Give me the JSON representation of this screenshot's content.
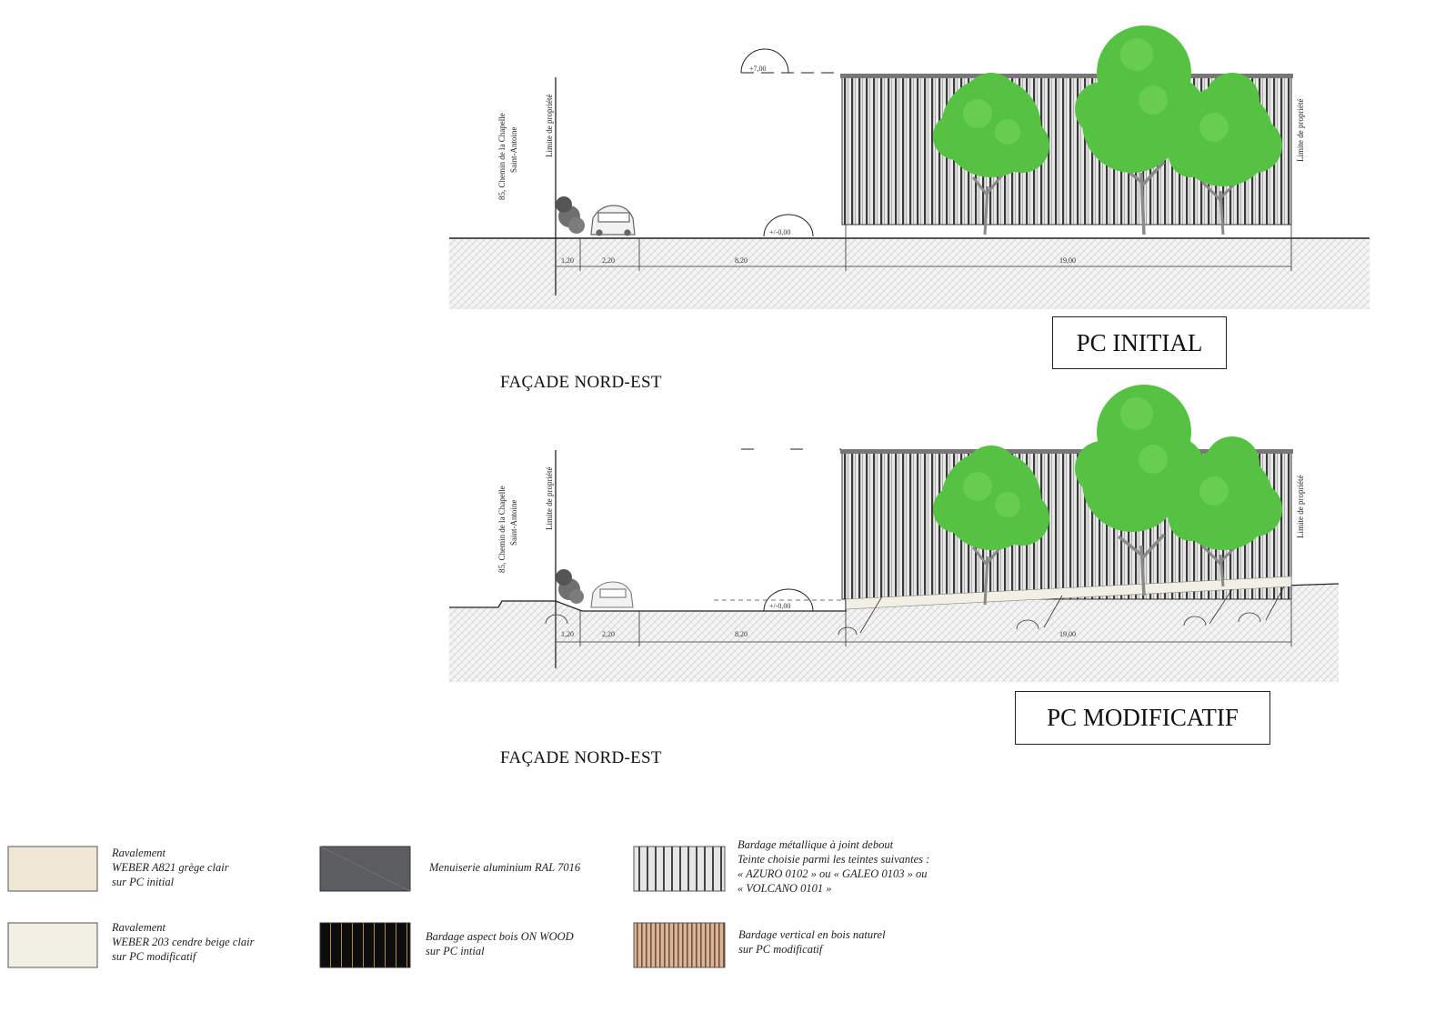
{
  "facade_top": {
    "title": "FAÇADE NORD-EST",
    "label": "PC INITIAL",
    "address_line1": "85, Chemin de la Chapelle",
    "address_line2": "Saint-Antoine",
    "limit_left": "Limite de propriété",
    "limit_right": "Limite de propriété",
    "level_top": "+7,00",
    "level_ground": "+/-0,00",
    "dims": [
      "1,20",
      "2,20",
      "8,20",
      "19,00"
    ]
  },
  "facade_bottom": {
    "title": "FAÇADE NORD-EST",
    "label": "PC MODIFICATIF",
    "address_line1": "85, Chemin de la Chapelle",
    "address_line2": "Saint-Antoine",
    "limit_left": "Limite de propriété",
    "limit_right": "Limite de propriété",
    "level_ground": "+/-0,00",
    "dims": [
      "1,20",
      "2,20",
      "8,20",
      "19,00"
    ]
  },
  "legend": [
    {
      "swatch": "weber-a821",
      "color": "#efe6d3",
      "text": "Ravalement\nWEBER A821 grège clair\nsur PC initial"
    },
    {
      "swatch": "aluminium",
      "color": "#5c5d60",
      "text": "Menuiserie aluminium RAL 7016"
    },
    {
      "swatch": "bardage-metal",
      "color": "#dcdcdc",
      "text": "Bardage métallique à joint debout\nTeinte choisie parmi les teintes suivantes :\n« AZURO 0102 » ou « GALEO 0103 » ou\n« VOLCANO 0101 »"
    },
    {
      "swatch": "weber-203",
      "color": "#f2f0e4",
      "text": "Ravalement\nWEBER 203 cendre beige clair\nsur PC modificatif"
    },
    {
      "swatch": "on-wood",
      "color": "#111111",
      "text": "Bardage aspect bois ON WOOD\nsur PC intial"
    },
    {
      "swatch": "bois-naturel",
      "color": "#c7a283",
      "text": "Bardage vertical en bois naturel\nsur PC modificatif"
    }
  ]
}
